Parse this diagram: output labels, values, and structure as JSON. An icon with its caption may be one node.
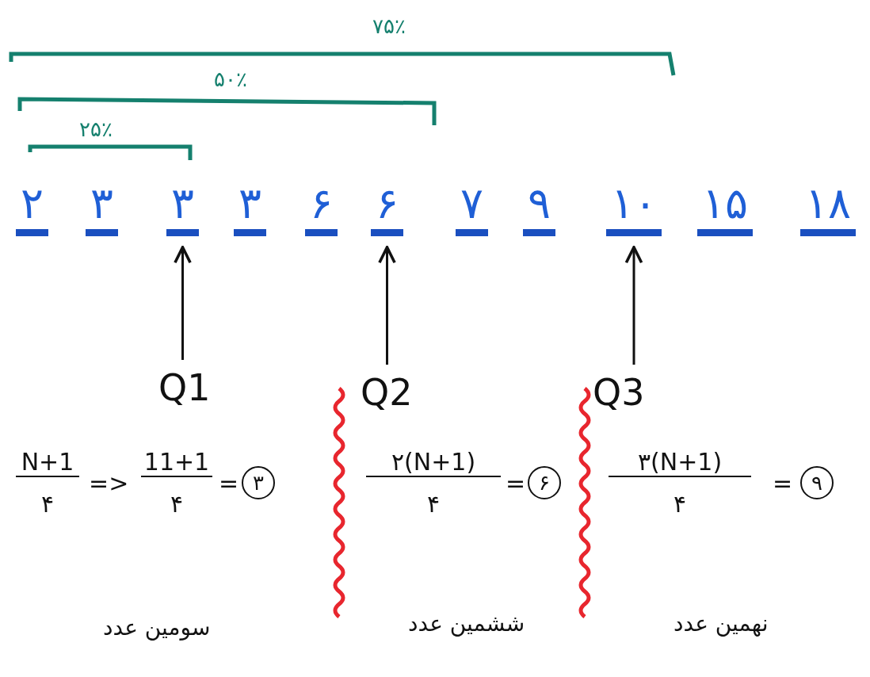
{
  "diagram": {
    "nodes": [
      {
        "text": [
          "۲"
        ]
      },
      {
        "text": [
          "۳"
        ]
      },
      {
        "text": [
          "۳"
        ]
      },
      {
        "text": [
          "۳"
        ]
      },
      {
        "text": [
          "۶"
        ]
      },
      {
        "text": [
          "۶"
        ]
      },
      {
        "text": [
          "۷"
        ]
      },
      {
        "text": [
          "۹"
        ]
      },
      {
        "text": [
          "۱۰"
        ]
      },
      {
        "text": [
          "۱۵"
        ]
      },
      {
        "text": [
          "۱۸"
        ]
      },
      {
        "text": [
          "Q1"
        ]
      },
      {
        "text": [
          "Q2"
        ]
      },
      {
        "text": [
          "Q3"
        ]
      }
    ],
    "edges": [
      {
        "from": 11,
        "to": 2,
        "arrow": "to"
      },
      {
        "from": 12,
        "to": 5,
        "arrow": "to"
      },
      {
        "from": 13,
        "to": 8,
        "arrow": "to"
      }
    ],
    "labels": [
      "۷۵٪",
      "۵۰٪",
      "۲۵٪",
      "N+1",
      "۴",
      "=>",
      "11+1",
      "۴",
      "=",
      "۳",
      "۲(N+1)",
      "۴",
      "=",
      "۶",
      "۳(N+1)",
      "۴",
      "=",
      "۹",
      "سومین عدد",
      "ششمین عدد",
      "نهمین عدد"
    ]
  }
}
